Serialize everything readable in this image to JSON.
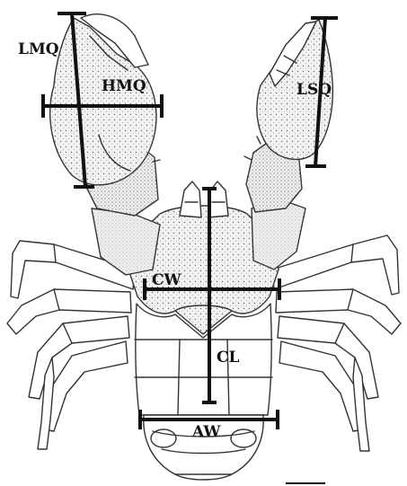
{
  "labels": {
    "lmq": "LMQ",
    "hmq": "HMQ",
    "lsq": "LSQ",
    "cw": "CW",
    "cl": "CL",
    "aw": "AW"
  }
}
